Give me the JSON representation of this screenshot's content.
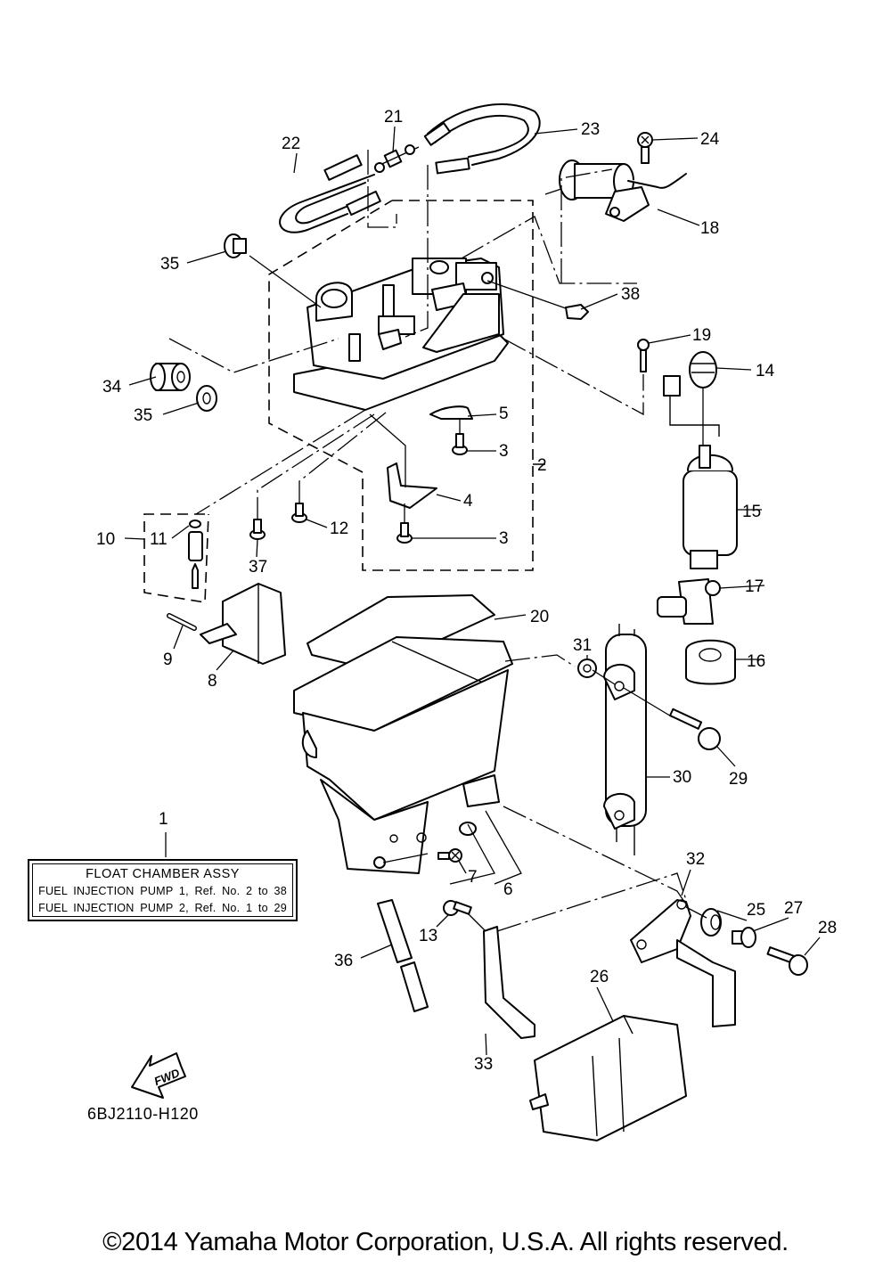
{
  "diagram": {
    "title": "FLOAT CHAMBER ASSY",
    "legend": {
      "title": "FLOAT CHAMBER ASSY",
      "lines": [
        "FUEL INJECTION PUMP 1,  Ref. No. 2 to 38",
        "FUEL INJECTION PUMP 2,  Ref. No. 1 to 29"
      ]
    },
    "fwd_label": "FWD",
    "diagram_code": "6BJ2110-H120",
    "copyright": "©2014 Yamaha Motor Corporation, U.S.A. All rights reserved.",
    "callouts": [
      {
        "ref": "1",
        "part": "float-chamber-assy"
      },
      {
        "ref": "2",
        "part": "float-chamber-cover"
      },
      {
        "ref": "3",
        "part": "screw"
      },
      {
        "ref": "3",
        "part": "screw"
      },
      {
        "ref": "4",
        "part": "plate"
      },
      {
        "ref": "5",
        "part": "plate"
      },
      {
        "ref": "6",
        "part": "joint-set"
      },
      {
        "ref": "7",
        "part": "screw"
      },
      {
        "ref": "8",
        "part": "float"
      },
      {
        "ref": "9",
        "part": "pin"
      },
      {
        "ref": "10",
        "part": "needle-valve-set"
      },
      {
        "ref": "11",
        "part": "o-ring"
      },
      {
        "ref": "12",
        "part": "screw"
      },
      {
        "ref": "13",
        "part": "bolt"
      },
      {
        "ref": "14",
        "part": "filter"
      },
      {
        "ref": "15",
        "part": "fuel-pump"
      },
      {
        "ref": "16",
        "part": "holder"
      },
      {
        "ref": "17",
        "part": "damper"
      },
      {
        "ref": "18",
        "part": "pressure-regulator"
      },
      {
        "ref": "19",
        "part": "screw"
      },
      {
        "ref": "20",
        "part": "gasket"
      },
      {
        "ref": "21",
        "part": "joint"
      },
      {
        "ref": "22",
        "part": "hose"
      },
      {
        "ref": "23",
        "part": "hose"
      },
      {
        "ref": "24",
        "part": "screw"
      },
      {
        "ref": "25",
        "part": "grommet"
      },
      {
        "ref": "26",
        "part": "fuel-cooler"
      },
      {
        "ref": "27",
        "part": "collar"
      },
      {
        "ref": "28",
        "part": "bolt"
      },
      {
        "ref": "29",
        "part": "bolt"
      },
      {
        "ref": "30",
        "part": "cooler"
      },
      {
        "ref": "31",
        "part": "collar"
      },
      {
        "ref": "32",
        "part": "bracket"
      },
      {
        "ref": "33",
        "part": "bracket"
      },
      {
        "ref": "34",
        "part": "grommet"
      },
      {
        "ref": "35",
        "part": "grommet"
      },
      {
        "ref": "35",
        "part": "grommet"
      },
      {
        "ref": "36",
        "part": "hose"
      },
      {
        "ref": "37",
        "part": "screw"
      },
      {
        "ref": "38",
        "part": "plug"
      }
    ]
  }
}
